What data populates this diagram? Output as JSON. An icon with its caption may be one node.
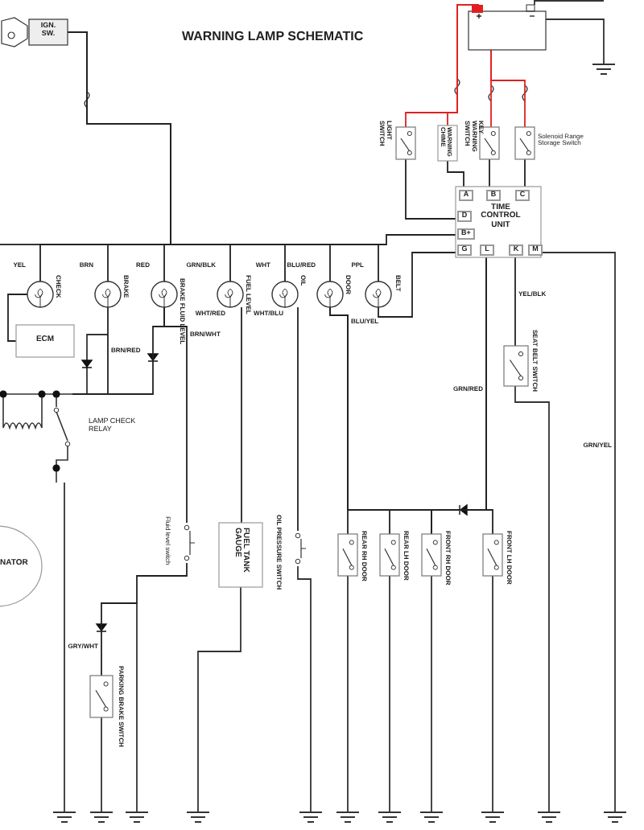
{
  "diagram": {
    "title": "WARNING LAMP SCHEMATIC",
    "nodes": [
      {
        "text": [
          "IGN. SW."
        ]
      },
      {
        "text": [
          "+",
          "−"
        ]
      },
      {
        "text": [
          "LIGHT SWITCH"
        ]
      },
      {
        "text": [
          "WARNING CHIME"
        ]
      },
      {
        "text": [
          "KEY WARNING SWITCH"
        ]
      },
      {
        "text": [
          "Solenoid Range Storage Switch"
        ]
      },
      {
        "text": [
          "A",
          "B",
          "C",
          "D",
          "TIME CONTROL UNIT",
          "B+",
          "G",
          "L",
          "K",
          "M"
        ]
      },
      {
        "text": [
          "YEL"
        ],
        "beside": [
          "CHECK"
        ]
      },
      {
        "text": [
          "BRN"
        ],
        "beside": [
          "BRAKE"
        ]
      },
      {
        "text": [
          "RED"
        ],
        "beside": [
          "BRAKE FLUID LEVEL"
        ]
      },
      {
        "text": [
          "GRN/BLK"
        ],
        "beside": [
          "FUEL LEVEL",
          "WHT/RED"
        ]
      },
      {
        "text": [
          "WHT"
        ],
        "beside": [
          "OIL",
          "WHT/BLU"
        ]
      },
      {
        "text": [
          "BLU/RED"
        ],
        "beside": [
          "DOOR",
          "BLU/YEL"
        ]
      },
      {
        "text": [
          "PPL"
        ],
        "beside": [
          "BELT"
        ]
      },
      {
        "text": [
          "ECM"
        ]
      },
      {
        "text": [
          "LAMP CHECK RELAY"
        ]
      },
      {
        "text": [
          "NATOR"
        ]
      },
      {
        "text": [
          "Fluid level switch"
        ]
      },
      {
        "text": [
          "PARKING BRAKE SWITCH"
        ]
      },
      {
        "text": [
          "FUEL TANK GAUGE"
        ]
      },
      {
        "text": [
          "OIL PRESSURE SWITCH"
        ]
      },
      {
        "text": [
          "REAR RH DOOR"
        ]
      },
      {
        "text": [
          "REAR LH DOOR"
        ]
      },
      {
        "text": [
          "FRONT RH DOOR"
        ]
      },
      {
        "text": [
          "FRONT LH DOOR"
        ]
      },
      {
        "text": [
          "SEAT BELT SWITCH"
        ]
      }
    ],
    "edges": [
      {
        "from": 0,
        "to": 6,
        "arrow": "none"
      },
      {
        "from": 0,
        "to": 7,
        "arrow": "none"
      },
      {
        "from": 0,
        "to": 8,
        "arrow": "none"
      },
      {
        "from": 0,
        "to": 9,
        "arrow": "none"
      },
      {
        "from": 0,
        "to": 10,
        "arrow": "none"
      },
      {
        "from": 0,
        "to": 11,
        "arrow": "none"
      },
      {
        "from": 0,
        "to": 12,
        "arrow": "none"
      },
      {
        "from": 0,
        "to": 13,
        "arrow": "none"
      },
      {
        "from": 1,
        "to": 2,
        "arrow": "none",
        "color": "#e02020"
      },
      {
        "from": 1,
        "to": 3,
        "arrow": "none",
        "color": "#e02020"
      },
      {
        "from": 1,
        "to": 4,
        "arrow": "none",
        "color": "#e02020"
      },
      {
        "from": 1,
        "to": 5,
        "arrow": "none",
        "color": "#e02020"
      },
      {
        "from": 2,
        "to": 6,
        "arrow": "none"
      },
      {
        "from": 3,
        "to": 6,
        "arrow": "none"
      },
      {
        "from": 4,
        "to": 6,
        "arrow": "none"
      },
      {
        "from": 5,
        "to": 6,
        "arrow": "none"
      },
      {
        "from": 6,
        "to": 13,
        "arrow": "none"
      },
      {
        "from": 6,
        "to": 24,
        "arrow": "none"
      },
      {
        "from": 6,
        "to": 23,
        "arrow": "none"
      },
      {
        "from": 6,
        "to": 25,
        "arrow": "none"
      },
      {
        "from": 12,
        "to": 21,
        "arrow": "none"
      },
      {
        "from": 12,
        "to": 22,
        "arrow": "none"
      },
      {
        "from": 12,
        "to": 23,
        "arrow": "none"
      },
      {
        "from": 7,
        "to": 14,
        "arrow": "none"
      },
      {
        "from": 8,
        "to": 15,
        "arrow": "none"
      },
      {
        "from": 9,
        "to": 15,
        "arrow": "none"
      },
      {
        "from": 9,
        "to": 17,
        "arrow": "none"
      },
      {
        "from": 17,
        "to": 18,
        "arrow": "none"
      },
      {
        "from": 10,
        "to": 19,
        "arrow": "none"
      },
      {
        "from": 11,
        "to": 20,
        "arrow": "none"
      }
    ],
    "labels": [
      "BRN/RED",
      "BRN/WHT",
      "GRY/WHT",
      "YEL/BLK",
      "GRN/RED",
      "GRN/YEL"
    ]
  }
}
